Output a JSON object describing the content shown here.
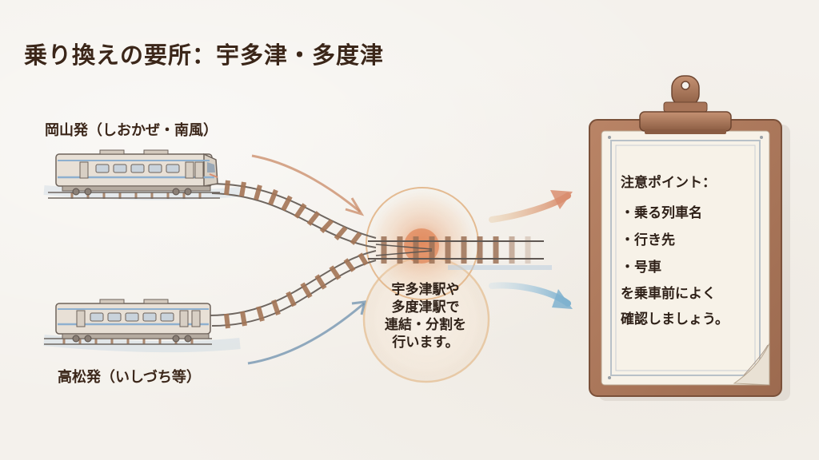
{
  "title": "乗り換えの要所：宇多津・多度津",
  "routes": {
    "top": {
      "label": "岡山発（しおかぜ・南風）",
      "arrow_color": "#d48f6a"
    },
    "bottom": {
      "label": "高松発（いしづち等）",
      "arrow_color": "#7fa6c2"
    }
  },
  "station": {
    "lines": [
      "宇多津駅や",
      "多度津駅で",
      "連結・分割を",
      "行います。"
    ],
    "glow_color": "#e6a678"
  },
  "clipboard": {
    "heading": "注意ポイント：",
    "items": [
      "・乗る列車名",
      "・行き先",
      "・号車"
    ],
    "note_lines": [
      "を乗車前によく",
      "確認しましょう。"
    ],
    "board_color": "#a9765a",
    "paper_color": "#f7f2e8"
  },
  "outputs": {
    "upper_arrow_color": "#dc9a78",
    "lower_arrow_color": "#8fbad2"
  }
}
